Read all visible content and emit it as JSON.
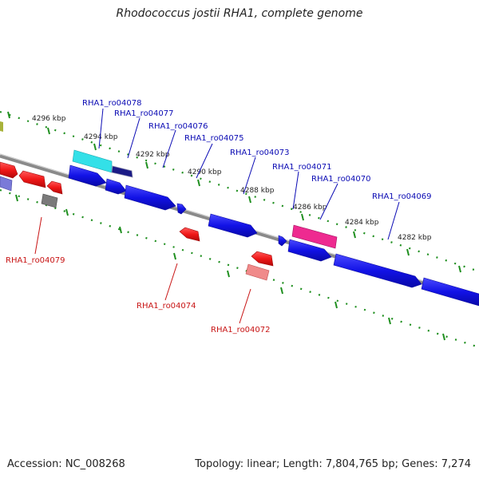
{
  "title": "Rhodococcus jostii RHA1, complete genome",
  "footer": {
    "accession": "Accession: NC_008268",
    "topology": "Topology: linear; Length: 7,804,765 bp; Genes: 7,274"
  },
  "colors": {
    "backbone": "#8a8a8a",
    "scale_dots": "#1f8f1f",
    "forward_label": "#0a0ab4",
    "reverse_label": "#c81414"
  },
  "scale_labels": [
    "4296 kbp",
    "4294 kbp",
    "4292 kbp",
    "4290 kbp",
    "4288 kbp",
    "4286 kbp",
    "4284 kbp",
    "4282 kbp"
  ],
  "gene_labels": {
    "forward": [
      "RHA1_ro04078",
      "RHA1_ro04077",
      "RHA1_ro04076",
      "RHA1_ro04075",
      "RHA1_ro04073",
      "RHA1_ro04071",
      "RHA1_ro04070",
      "RHA1_ro04069"
    ],
    "reverse": [
      "RHA1_ro04079",
      "RHA1_ro04074",
      "RHA1_ro04072"
    ]
  },
  "gene_colors": {
    "forward_default": "#1212e6",
    "RHA1_ro04078": "#33e0e8",
    "RHA1_ro04071": "#ee2a90",
    "RHA1_ro04079": "#7a7a7a",
    "RHA1_ro04074": "#f01818",
    "RHA1_ro04072": "#f08a8a",
    "reverse_default": "#f01818",
    "left_reverse_lilac": "#7a7ad8"
  }
}
